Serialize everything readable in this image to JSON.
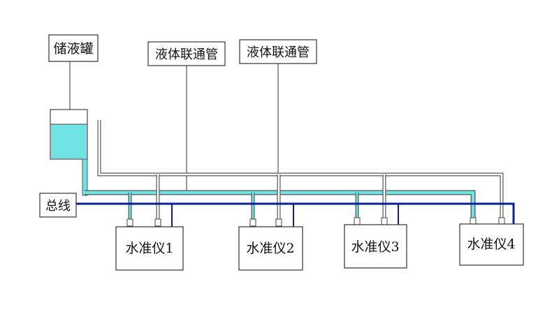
{
  "labels": {
    "tank": "储液罐",
    "liquid_pipe_1": "液体联通管",
    "liquid_pipe_2": "液体联通管",
    "bus": "总线"
  },
  "instruments": [
    {
      "label": "水准仪1"
    },
    {
      "label": "水准仪2"
    },
    {
      "label": "水准仪3"
    },
    {
      "label": "水准仪4"
    }
  ],
  "colors": {
    "liquid": "#6fe3e6",
    "bus_line": "#0a1f9e",
    "pipe_outline": "#555555",
    "box_border": "#333333"
  }
}
